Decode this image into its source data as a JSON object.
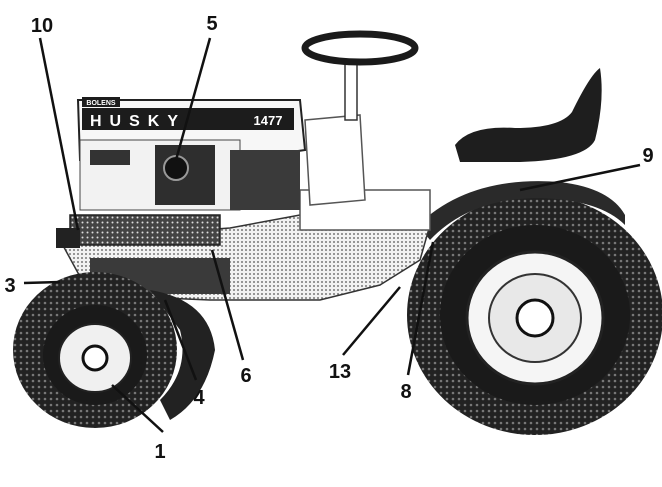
{
  "hood": {
    "badge": "BOLENS",
    "brand": "HUSKY",
    "model": "1477"
  },
  "callouts": [
    {
      "id": "1",
      "label": "1"
    },
    {
      "id": "3",
      "label": "3"
    },
    {
      "id": "4",
      "label": "4"
    },
    {
      "id": "5",
      "label": "5"
    },
    {
      "id": "6",
      "label": "6"
    },
    {
      "id": "8",
      "label": "8"
    },
    {
      "id": "9",
      "label": "9"
    },
    {
      "id": "10",
      "label": "10"
    },
    {
      "id": "13",
      "label": "13"
    }
  ]
}
